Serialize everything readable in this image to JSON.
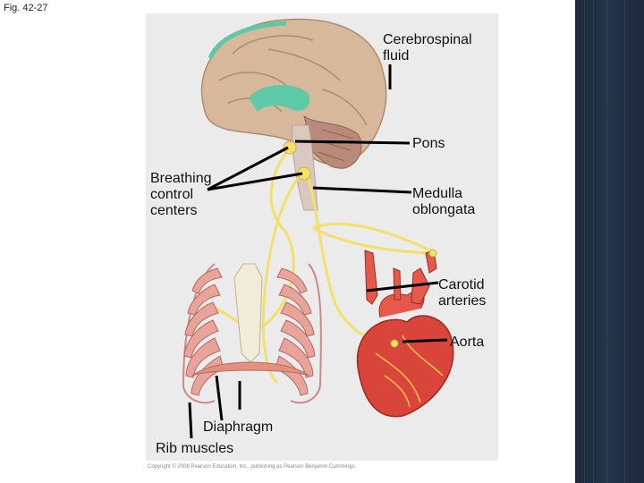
{
  "figure": {
    "label": "Fig. 42-27"
  },
  "labels": {
    "csf": "Cerebrospinal\nfluid",
    "pons": "Pons",
    "breathing": "Breathing\ncontrol\ncenters",
    "medulla": "Medulla\noblongata",
    "carotid": "Carotid\narteries",
    "aorta": "Aorta",
    "diaphragm": "Diaphragm",
    "rib_muscles": "Rib muscles"
  },
  "copyright": "Copyright © 2008 Pearson Education, Inc., publishing as Pearson Benjamin Cummings.",
  "colors": {
    "panel": "#ebebeb",
    "brain": "#d8b89a",
    "csf": "#5dc9a8",
    "nerve": "#f2e06a",
    "artery": "#e5584a",
    "rib": "#e8a49a",
    "bone": "#f1ecd8",
    "sidebar": "#1f2d3f"
  }
}
